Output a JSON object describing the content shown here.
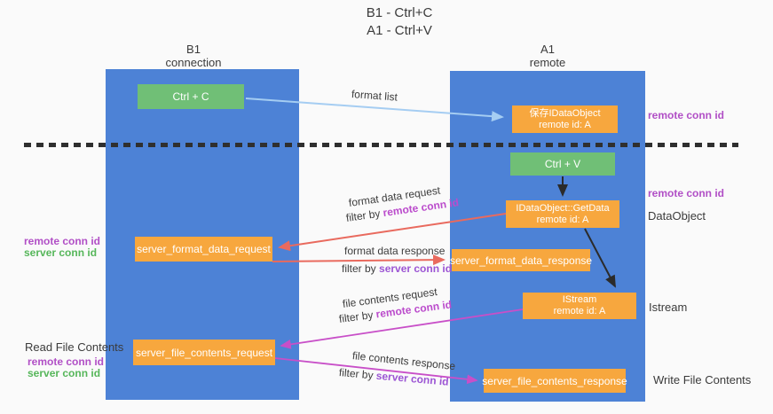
{
  "title": {
    "line1": "B1 - Ctrl+C",
    "line2": "A1 - Ctrl+V"
  },
  "lanes": {
    "left": {
      "name": "B1",
      "role": "connection"
    },
    "right": {
      "name": "A1",
      "role": "remote"
    }
  },
  "nodes": {
    "ctrl_c": {
      "label": "Ctrl + C"
    },
    "ctrl_v": {
      "label": "Ctrl + V"
    },
    "saved_dataobject": {
      "line1": "保存IDataObject",
      "line2": "remote id: A"
    },
    "getdata": {
      "line1": "IDataObject::GetData",
      "line2": "remote id: A"
    },
    "istream": {
      "line1": "IStream",
      "line2": "remote id: A"
    },
    "server_format_data_request": {
      "label": "server_format_data_request"
    },
    "server_format_data_response": {
      "label": "server_format_data_response"
    },
    "server_file_contents_request": {
      "label": "server_file_contents_request"
    },
    "server_file_contents_response": {
      "label": "server_file_contents_response"
    }
  },
  "edges": {
    "format_list": {
      "label": "format list"
    },
    "format_data_request": {
      "label": "format data request",
      "filter_prefix": "filter by ",
      "filter_key": "remote conn id"
    },
    "format_data_response": {
      "label": "format data response",
      "filter_prefix": "filter by ",
      "filter_key": "server conn id"
    },
    "file_contents_request": {
      "label": "file contents request",
      "filter_prefix": "filter by ",
      "filter_key": "remote conn id"
    },
    "file_contents_response": {
      "label": "file contents response",
      "filter_prefix": "filter by ",
      "filter_key": "server conn id"
    }
  },
  "annotations": {
    "right_remote_conn_id_top": "remote conn id",
    "right_remote_conn_id_mid": "remote conn id",
    "dataobject": "DataObject",
    "istream": "Istream",
    "write_file_contents": "Write File Contents",
    "read_file_contents": "Read File Contents",
    "left_top": {
      "remote": "remote conn id",
      "server": "server conn id"
    },
    "left_bottom": {
      "remote": "remote conn id",
      "server": "server conn id"
    }
  },
  "colors": {
    "background": "#fafafa",
    "lane_blue": "#4d82d6",
    "green_box": "#70bf76",
    "orange_box": "#f7a73e",
    "arrow_light_blue": "#a5cdf2",
    "arrow_red": "#e96a5e",
    "arrow_magenta": "#c84fc8",
    "arrow_black": "#2b2b2b",
    "dashed_divider": "#2f2f2f",
    "purple_text": "#b14fc6",
    "green_text": "#56b65a",
    "dark_text": "#3b3b3b"
  }
}
